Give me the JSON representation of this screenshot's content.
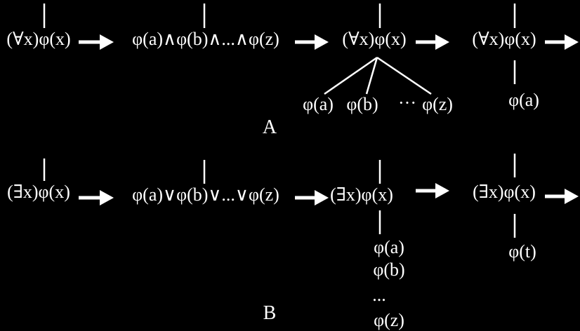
{
  "colors": {
    "background": "#000000",
    "foreground": "#ffffff"
  },
  "panel_a": {
    "label": "A",
    "step1": {
      "formula": "(∀x)φ(x)"
    },
    "step2": {
      "formula": "φ(a)∧φ(b)∧...∧φ(z)"
    },
    "step3": {
      "formula": "(∀x)φ(x)",
      "branches": [
        "φ(a)",
        "φ(b)",
        "φ(z)"
      ],
      "ellipsis": "···"
    },
    "step4": {
      "formula": "(∀x)φ(x)",
      "child": "φ(a)"
    }
  },
  "panel_b": {
    "label": "B",
    "step1": {
      "formula": "(∃x)φ(x)"
    },
    "step2": {
      "formula": "φ(a)∨φ(b)∨...∨φ(z)"
    },
    "step3": {
      "formula": "(∃x)φ(x)",
      "children": [
        "φ(a)",
        "φ(b)",
        "...",
        "φ(z)"
      ]
    },
    "step4": {
      "formula": "(∃x)φ(x)",
      "child": "φ(t)"
    }
  },
  "arrow_icon": "right-arrow-icon"
}
